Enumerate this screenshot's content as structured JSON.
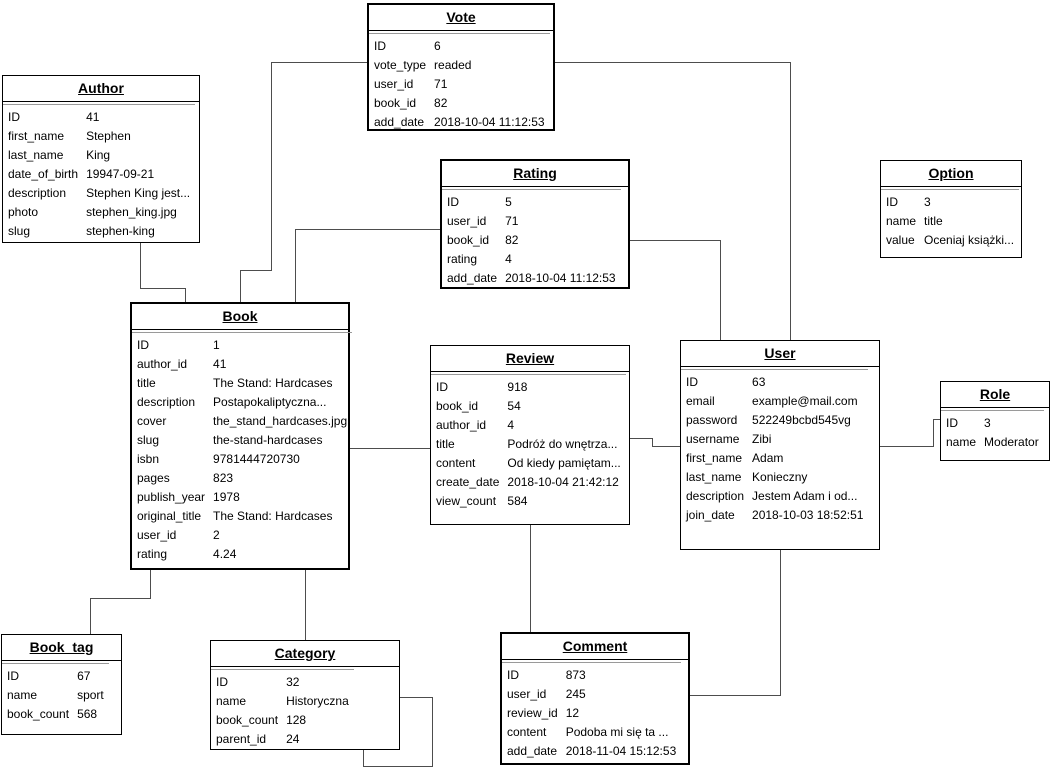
{
  "canvas": {
    "background_color": "#ffffff",
    "box_border_color": "#000000",
    "connector_color": "#4d4d4d",
    "text_color": "#000000"
  },
  "entities": {
    "vote": {
      "title": "Vote",
      "fields": [
        {
          "k": "ID",
          "v": "6"
        },
        {
          "k": "vote_type",
          "v": "readed"
        },
        {
          "k": "user_id",
          "v": "71"
        },
        {
          "k": "book_id",
          "v": "82"
        },
        {
          "k": "add_date",
          "v": "2018-10-04 11:12:53"
        }
      ]
    },
    "author": {
      "title": "Author",
      "fields": [
        {
          "k": "ID",
          "v": "41"
        },
        {
          "k": "first_name",
          "v": "Stephen"
        },
        {
          "k": "last_name",
          "v": "King"
        },
        {
          "k": "date_of_birth",
          "v": "19947-09-21"
        },
        {
          "k": "description",
          "v": "Stephen King jest..."
        },
        {
          "k": "photo",
          "v": "stephen_king.jpg"
        },
        {
          "k": "slug",
          "v": "stephen-king"
        }
      ]
    },
    "rating": {
      "title": "Rating",
      "fields": [
        {
          "k": "ID",
          "v": "5"
        },
        {
          "k": "user_id",
          "v": "71"
        },
        {
          "k": "book_id",
          "v": "82"
        },
        {
          "k": "rating",
          "v": "4"
        },
        {
          "k": "add_date",
          "v": "2018-10-04 11:12:53"
        }
      ]
    },
    "option": {
      "title": "Option",
      "fields": [
        {
          "k": "ID",
          "v": "3"
        },
        {
          "k": "name",
          "v": "title"
        },
        {
          "k": "value",
          "v": "Oceniaj książki..."
        }
      ]
    },
    "book": {
      "title": "Book",
      "fields": [
        {
          "k": "ID",
          "v": "1"
        },
        {
          "k": "author_id",
          "v": "41"
        },
        {
          "k": "title",
          "v": "The Stand: Hardcases"
        },
        {
          "k": "description",
          "v": "Postapokaliptyczna..."
        },
        {
          "k": "cover",
          "v": "the_stand_hardcases.jpg"
        },
        {
          "k": "slug",
          "v": "the-stand-hardcases"
        },
        {
          "k": "isbn",
          "v": "9781444720730"
        },
        {
          "k": "pages",
          "v": "823"
        },
        {
          "k": "publish_year",
          "v": "1978"
        },
        {
          "k": "original_title",
          "v": "The Stand: Hardcases"
        },
        {
          "k": "user_id",
          "v": "2"
        },
        {
          "k": "rating",
          "v": "4.24"
        }
      ]
    },
    "review": {
      "title": "Review",
      "fields": [
        {
          "k": "ID",
          "v": "918"
        },
        {
          "k": "book_id",
          "v": "54"
        },
        {
          "k": "author_id",
          "v": "4"
        },
        {
          "k": "title",
          "v": "Podróż do wnętrza..."
        },
        {
          "k": "content",
          "v": "Od kiedy pamiętam..."
        },
        {
          "k": "create_date",
          "v": "2018-10-04 21:42:12"
        },
        {
          "k": "view_count",
          "v": "584"
        }
      ]
    },
    "user": {
      "title": "User",
      "fields": [
        {
          "k": "ID",
          "v": "63"
        },
        {
          "k": "email",
          "v": "example@mail.com"
        },
        {
          "k": "password",
          "v": "522249bcbd545vg"
        },
        {
          "k": "username",
          "v": "Zibi"
        },
        {
          "k": "first_name",
          "v": "Adam"
        },
        {
          "k": "last_name",
          "v": "Konieczny"
        },
        {
          "k": "description",
          "v": "Jestem Adam i od..."
        },
        {
          "k": "join_date",
          "v": "2018-10-03 18:52:51"
        }
      ]
    },
    "role": {
      "title": "Role",
      "fields": [
        {
          "k": "ID",
          "v": "3"
        },
        {
          "k": "name",
          "v": "Moderator"
        }
      ]
    },
    "book_tag": {
      "title": "Book_tag",
      "fields": [
        {
          "k": "ID",
          "v": "67"
        },
        {
          "k": "name",
          "v": "sport"
        },
        {
          "k": "book_count",
          "v": "568"
        }
      ]
    },
    "category": {
      "title": "Category",
      "fields": [
        {
          "k": "ID",
          "v": "32"
        },
        {
          "k": "name",
          "v": "Historyczna"
        },
        {
          "k": "book_count",
          "v": "128"
        },
        {
          "k": "parent_id",
          "v": "24"
        }
      ]
    },
    "comment": {
      "title": "Comment",
      "fields": [
        {
          "k": "ID",
          "v": "873"
        },
        {
          "k": "user_id",
          "v": "245"
        },
        {
          "k": "review_id",
          "v": "12"
        },
        {
          "k": "content",
          "v": "Podoba mi się ta ..."
        },
        {
          "k": "add_date",
          "v": "2018-11-04 15:12:53"
        }
      ]
    }
  },
  "relationships": [
    {
      "from": "Author",
      "to": "Book"
    },
    {
      "from": "Vote",
      "to": "Book"
    },
    {
      "from": "Rating",
      "to": "Book"
    },
    {
      "from": "Vote",
      "to": "User"
    },
    {
      "from": "Rating",
      "to": "User"
    },
    {
      "from": "Book",
      "to": "Review"
    },
    {
      "from": "Review",
      "to": "User"
    },
    {
      "from": "User",
      "to": "Role"
    },
    {
      "from": "Book",
      "to": "Book_tag"
    },
    {
      "from": "Book",
      "to": "Category"
    },
    {
      "from": "Review",
      "to": "Comment"
    },
    {
      "from": "User",
      "to": "Comment"
    },
    {
      "from": "Category",
      "to": "Category"
    }
  ]
}
